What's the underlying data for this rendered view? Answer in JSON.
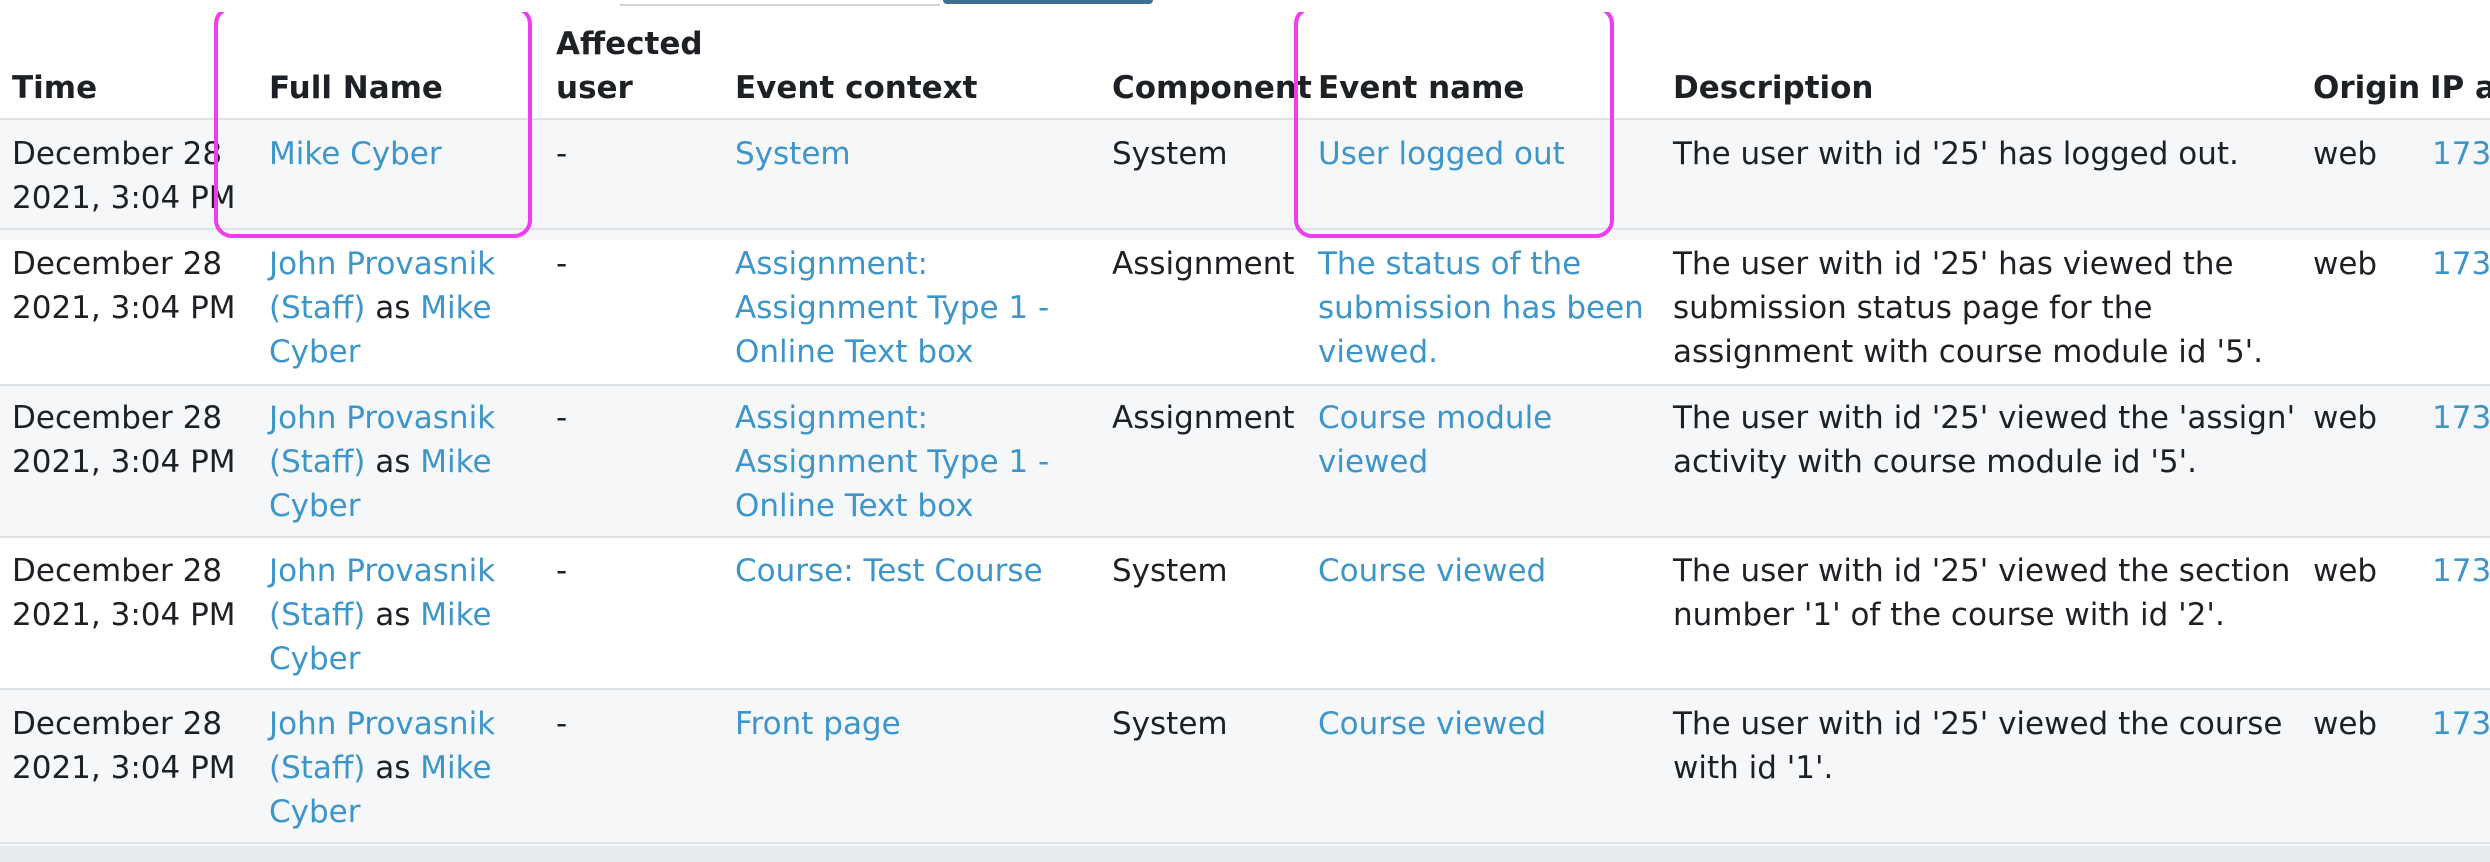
{
  "table": {
    "headers": {
      "time": "Time",
      "full_name": "Full Name",
      "affected_user_1": "Affected",
      "affected_user_2": "user",
      "event_context": "Event context",
      "component": "Component",
      "event_name": "Event name",
      "description": "Description",
      "origin": "Origin",
      "ip": "IP a"
    },
    "rows": [
      {
        "time_1": "December 28",
        "time_2": "2021, 3:04 PM",
        "name_1": "Mike Cyber",
        "affected": "-",
        "context_1": "System",
        "component": "System",
        "event_1": "User logged out",
        "desc_1": "The user with id '25' has logged out.",
        "origin": "web",
        "ip": "173."
      },
      {
        "time_1": "December 28",
        "time_2": "2021, 3:04 PM",
        "name_1": "John Provasnik",
        "name_2": "(Staff)",
        "name_as": "as",
        "name_3": "Mike",
        "name_4": "Cyber",
        "affected": "-",
        "context_1": "Assignment:",
        "context_2": "Assignment Type 1 -",
        "context_3": "Online Text box",
        "component": "Assignment",
        "event_1": "The status of the",
        "event_2": "submission has been",
        "event_3": "viewed.",
        "desc_1": "The user with id '25' has viewed the",
        "desc_2": "submission status page for the",
        "desc_3": "assignment with course module id '5'.",
        "origin": "web",
        "ip": "173."
      },
      {
        "time_1": "December 28",
        "time_2": "2021, 3:04 PM",
        "name_1": "John Provasnik",
        "name_2": "(Staff)",
        "name_as": "as",
        "name_3": "Mike",
        "name_4": "Cyber",
        "affected": "-",
        "context_1": "Assignment:",
        "context_2": "Assignment Type 1 -",
        "context_3": "Online Text box",
        "component": "Assignment",
        "event_1": "Course module",
        "event_2": "viewed",
        "desc_1": "The user with id '25' viewed the 'assign'",
        "desc_2": "activity with course module id '5'.",
        "origin": "web",
        "ip": "173."
      },
      {
        "time_1": "December 28",
        "time_2": "2021, 3:04 PM",
        "name_1": "John Provasnik",
        "name_2": "(Staff)",
        "name_as": "as",
        "name_3": "Mike",
        "name_4": "Cyber",
        "affected": "-",
        "context_1": "Course: Test Course",
        "component": "System",
        "event_1": "Course viewed",
        "desc_1": "The user with id '25' viewed the section",
        "desc_2": "number '1' of the course with id '2'.",
        "origin": "web",
        "ip": "173."
      },
      {
        "time_1": "December 28",
        "time_2": "2021, 3:04 PM",
        "name_1": "John Provasnik",
        "name_2": "(Staff)",
        "name_as": "as",
        "name_3": "Mike",
        "name_4": "Cyber",
        "affected": "-",
        "context_1": "Front page",
        "component": "System",
        "event_1": "Course viewed",
        "desc_1": "The user with id '25' viewed the course",
        "desc_2": "with id '1'.",
        "origin": "web",
        "ip": "173."
      }
    ]
  },
  "colors": {
    "link": "#3e95c9",
    "highlight": "#ee3cee",
    "stripe": "#f5f7f9"
  }
}
